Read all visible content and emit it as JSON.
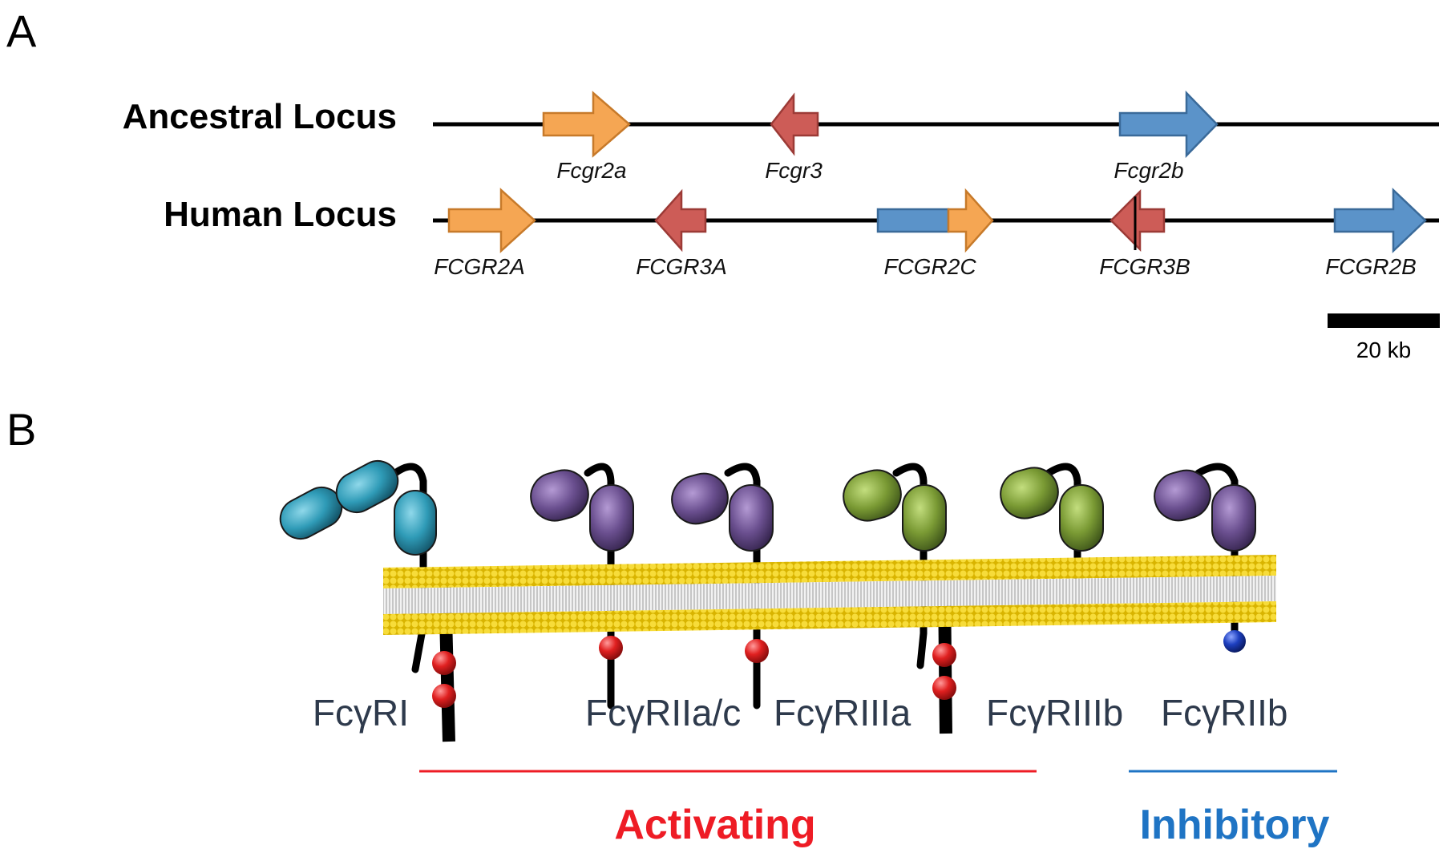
{
  "colors": {
    "orange": "#f5a653",
    "orange_stroke": "#c77a2a",
    "red": "#cd5c57",
    "red_stroke": "#9c3a36",
    "blue": "#5b93c9",
    "blue_stroke": "#3a6a99",
    "activating": "#ee1c25",
    "inhibitory": "#1f74c4",
    "receptor_label": "#2e3a4c",
    "teal_domain": "#2f9bb7",
    "purple_domain": "#6a4f8f",
    "green_domain": "#7a9a34",
    "membrane_head": "#f3d428",
    "itam": "#e02020",
    "itim": "#1d3fbf"
  },
  "panel_a": {
    "letter": "A",
    "ancestral_label": "Ancestral Locus",
    "human_label": "Human Locus",
    "ancestral_genes": [
      {
        "name": "Fcgr2a",
        "color": "orange",
        "direction": "right",
        "icon": "gene-arrow-icon"
      },
      {
        "name": "Fcgr3",
        "color": "red",
        "direction": "left",
        "icon": "gene-arrow-icon"
      },
      {
        "name": "Fcgr2b",
        "color": "blue",
        "direction": "right",
        "icon": "gene-arrow-icon"
      }
    ],
    "human_genes": [
      {
        "name": "FCGR2A",
        "color": "orange",
        "direction": "right",
        "icon": "gene-arrow-icon"
      },
      {
        "name": "FCGR3A",
        "color": "red",
        "direction": "left",
        "icon": "gene-arrow-icon"
      },
      {
        "name": "FCGR2C",
        "color": "blue+orange",
        "direction": "right",
        "icon": "chimeric-gene-arrow-icon"
      },
      {
        "name": "FCGR3B",
        "color": "red",
        "direction": "left",
        "icon": "gene-arrow-icon"
      },
      {
        "name": "FCGR2B",
        "color": "blue",
        "direction": "right",
        "icon": "gene-arrow-icon"
      }
    ],
    "scale_bar_label": "20 kb"
  },
  "panel_b": {
    "letter": "B",
    "receptors": [
      {
        "name": "FcγRI",
        "domain_color": "teal",
        "domains": 3
      },
      {
        "name": "FcγRIIa/c",
        "domain_color": "purple",
        "domains": 2
      },
      {
        "name": "FcγRIIIa",
        "domain_color": "green",
        "domains": 2
      },
      {
        "name": "FcγRIIIb",
        "domain_color": "green",
        "domains": 2
      },
      {
        "name": "FcγRIIb",
        "domain_color": "purple",
        "domains": 2
      }
    ],
    "activating_label": "Activating",
    "inhibitory_label": "Inhibitory"
  }
}
